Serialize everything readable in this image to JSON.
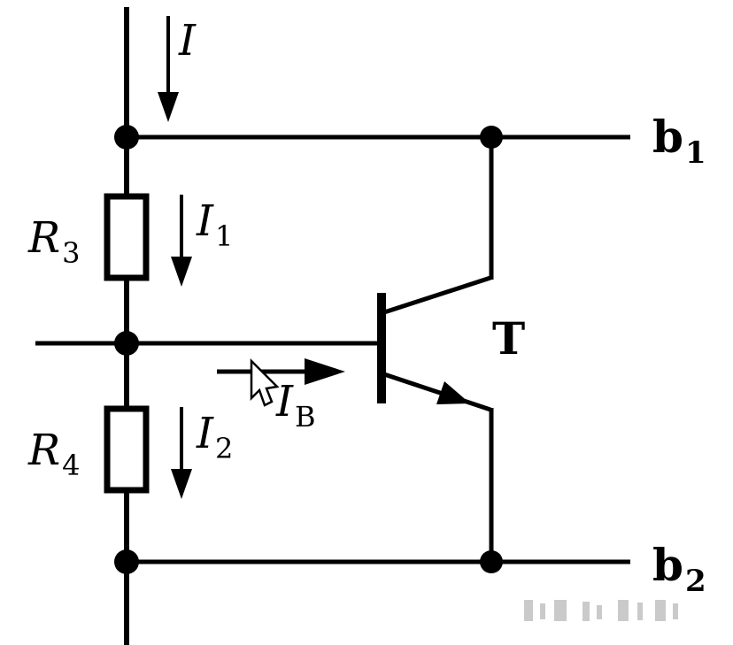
{
  "diagram": {
    "type": "circuit-schematic",
    "labels": {
      "supply_current": {
        "main": "I",
        "sub": ""
      },
      "current_1": {
        "main": "I",
        "sub": "1"
      },
      "current_2": {
        "main": "I",
        "sub": "2"
      },
      "base_current": {
        "main": "I",
        "sub": "B"
      },
      "resistor_3": {
        "main": "R",
        "sub": "3"
      },
      "resistor_4": {
        "main": "R",
        "sub": "4"
      },
      "transistor": {
        "main": "T",
        "sub": ""
      },
      "terminal_b1": {
        "main": "b",
        "sub": "1"
      },
      "terminal_b2": {
        "main": "b",
        "sub": "2"
      }
    },
    "colors": {
      "line": "#000000",
      "background": "#ffffff",
      "watermark": "#8a8a8a"
    }
  }
}
